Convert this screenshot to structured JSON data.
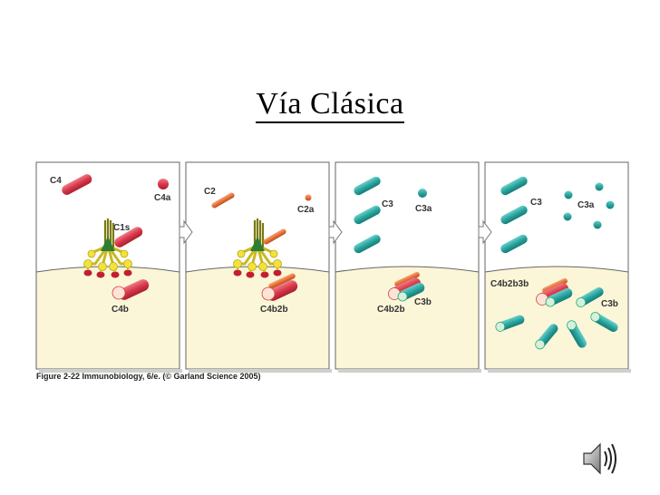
{
  "slide": {
    "title": "Vía Clásica"
  },
  "figure": {
    "caption": "Figure 2-22  Immunobiology, 6/e. (© Garland Science 2005)",
    "panels": [
      {
        "labels": {
          "c4": "C4",
          "c4a": "C4a",
          "c1s": "C1s",
          "c4b": "C4b"
        }
      },
      {
        "labels": {
          "c2": "C2",
          "c2a": "C2a",
          "c4b2b": "C4b2b"
        }
      },
      {
        "labels": {
          "c3": "C3",
          "c3a": "C3a",
          "c4b2b": "C4b2b",
          "c3b": "C3b"
        }
      },
      {
        "labels": {
          "c3": "C3",
          "c3a": "C3a",
          "c4b2b3b": "C4b2b3b",
          "c3b": "C3b"
        }
      }
    ]
  },
  "colors": {
    "c4": "#d9394a",
    "c2": "#e8743a",
    "c3": "#2aa5a0",
    "cell": "#fbf6d8",
    "antibody": "#f0e03a",
    "c1": "#8a8a1a"
  },
  "icons": {
    "audio": "speaker-icon"
  }
}
